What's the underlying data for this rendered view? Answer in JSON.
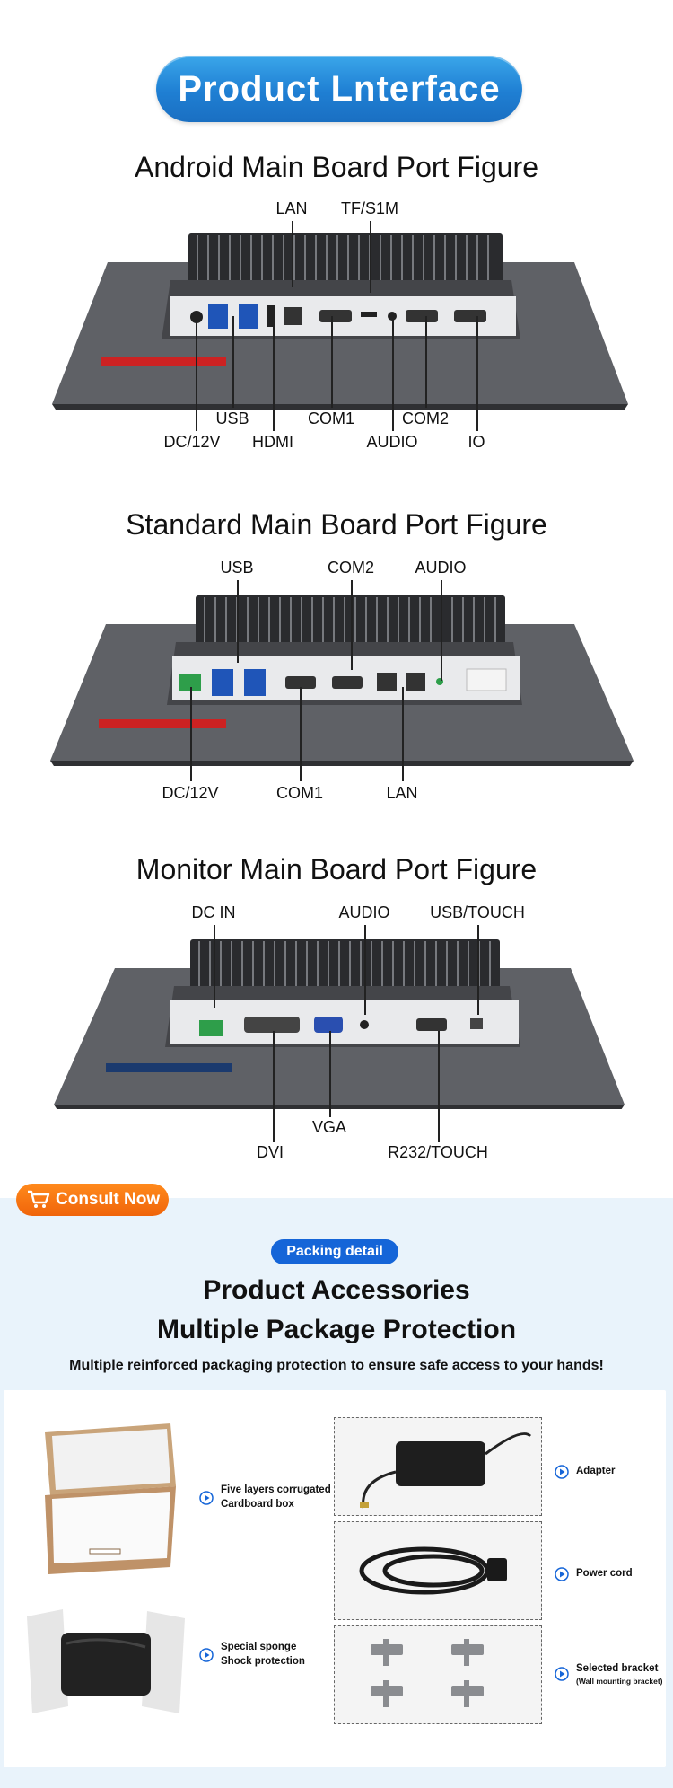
{
  "hero": {
    "title": "Product Lnterface"
  },
  "android": {
    "title": "Android Main Board Port Figure",
    "labels": {
      "lan": "LAN",
      "tf": "TF/S1M",
      "usb": "USB",
      "com1": "COM1",
      "com2": "COM2",
      "dc": "DC/12V",
      "hdmi": "HDMI",
      "audio": "AUDIO",
      "io": "IO"
    }
  },
  "standard": {
    "title": "Standard Main Board Port Figure",
    "labels": {
      "usb": "USB",
      "com2": "COM2",
      "audio": "AUDIO",
      "dc": "DC/12V",
      "com1": "COM1",
      "lan": "LAN"
    }
  },
  "monitor": {
    "title": "Monitor Main Board Port Figure",
    "labels": {
      "dcin": "DC IN",
      "audio": "AUDIO",
      "usbtouch": "USB/TOUCH",
      "vga": "VGA",
      "dvi": "DVI",
      "r232": "R232/TOUCH"
    }
  },
  "consult": {
    "label": "Consult Now",
    "icon": "cart-icon"
  },
  "packing": {
    "badge": "Packing detail",
    "title_line1": "Product Accessories",
    "title_line2": "Multiple Package Protection",
    "subtitle": "Multiple reinforced packaging protection to ensure safe access to your hands!",
    "items": {
      "box_line1": "Five layers corrugated",
      "box_line2": "Cardboard box",
      "sponge_line1": "Special sponge",
      "sponge_line2": "Shock protection",
      "adapter": "Adapter",
      "power_cord": "Power cord",
      "bracket": "Selected bracket",
      "bracket_note": "(Wall mounting bracket)"
    },
    "accent_color": "#1565d8"
  },
  "colors": {
    "hero_blue": "#1f7fd3",
    "consult_orange": "#f0640a",
    "panel_gray": "#5d5f63"
  }
}
